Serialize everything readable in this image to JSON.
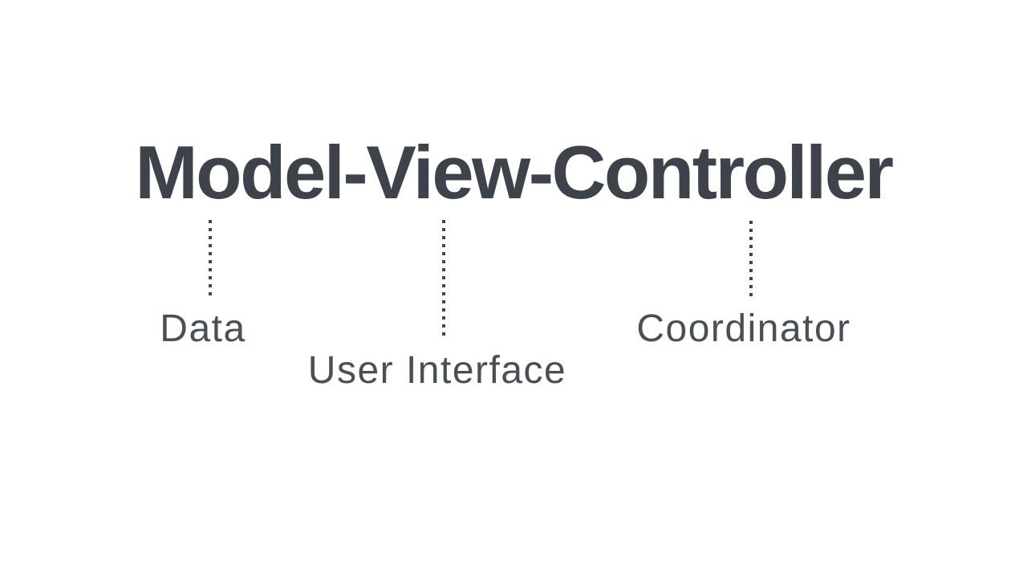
{
  "diagram": {
    "title": "Model-View-Controller",
    "mappings": [
      {
        "part": "Model",
        "meaning": "Data"
      },
      {
        "part": "View",
        "meaning": "User Interface"
      },
      {
        "part": "Controller",
        "meaning": "Coordinator"
      }
    ]
  },
  "colors": {
    "titleColor": "#3e424a",
    "labelColor": "#4a4e55",
    "dotColor": "#43474d",
    "background": "#ffffff"
  }
}
